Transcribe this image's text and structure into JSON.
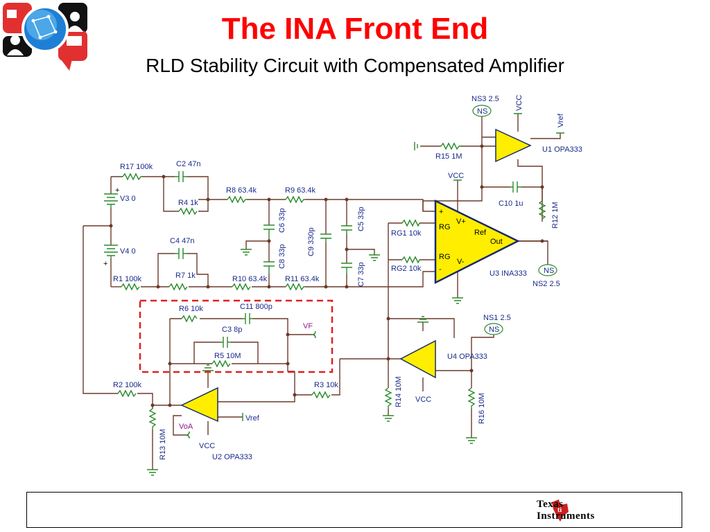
{
  "title": "The INA Front End",
  "subtitle": "RLD Stability Circuit with Compensated Amplifier",
  "footer": {
    "brand_line1": "Texas",
    "brand_line2": "Instruments"
  },
  "labels": {
    "ns3": "NS3 2.5",
    "vcc_top": "VCC",
    "vref_top": "Vref",
    "r15": "R15 1M",
    "u1": "U1 OPA333",
    "vcc_mid": "VCC",
    "c10": "C10 1u",
    "r12": "R12 1M",
    "r17": "R17 100k",
    "c2": "C2 47n",
    "r8": "R8 63.4k",
    "r9": "R9 63.4k",
    "v3": "V3 0",
    "r4": "R4 1k",
    "c6": "C6 33p",
    "c8": "C8 33p",
    "c9": "C9 330p",
    "c5": "C5 33p",
    "c7": "C7 33p",
    "rg1": "RG1 10k",
    "rg2": "RG2 10k",
    "v4": "V4 0",
    "c4": "C4 47n",
    "r7": "R7 1k",
    "r1": "R1 100k",
    "r10": "R10 63.4k",
    "r11": "R11 63.4k",
    "u3": "U3 INA333",
    "ns2": "NS2 2.5",
    "r6": "R6 10k",
    "c11": "C11 800p",
    "c3": "C3 8p",
    "r5": "R5 10M",
    "vf": "VF",
    "ns1": "NS1 2.5",
    "u4": "U4 OPA333",
    "r2": "R2 100k",
    "r3": "R3 10k",
    "r14": "R14 10M",
    "vcc_u4": "VCC",
    "r16": "R16 10M",
    "r13": "R13 10M",
    "voa": "VoA",
    "vref_u2": "Vref",
    "vcc_u2": "VCC",
    "u2": "U2 OPA333",
    "ns": "NS",
    "pin_plus": "+",
    "pin_minus": "-",
    "pin_rg": "RG",
    "pin_vplus": "V+",
    "pin_vminus": "V-",
    "pin_ref": "Ref",
    "pin_out": "Out"
  },
  "colors": {
    "title": "#ff0000",
    "wire": "#6b3a2a",
    "component": "#2a8a2a",
    "label": "#1a2a8a",
    "amp_fill": "#ffee00",
    "dashed_box": "#e02020"
  }
}
